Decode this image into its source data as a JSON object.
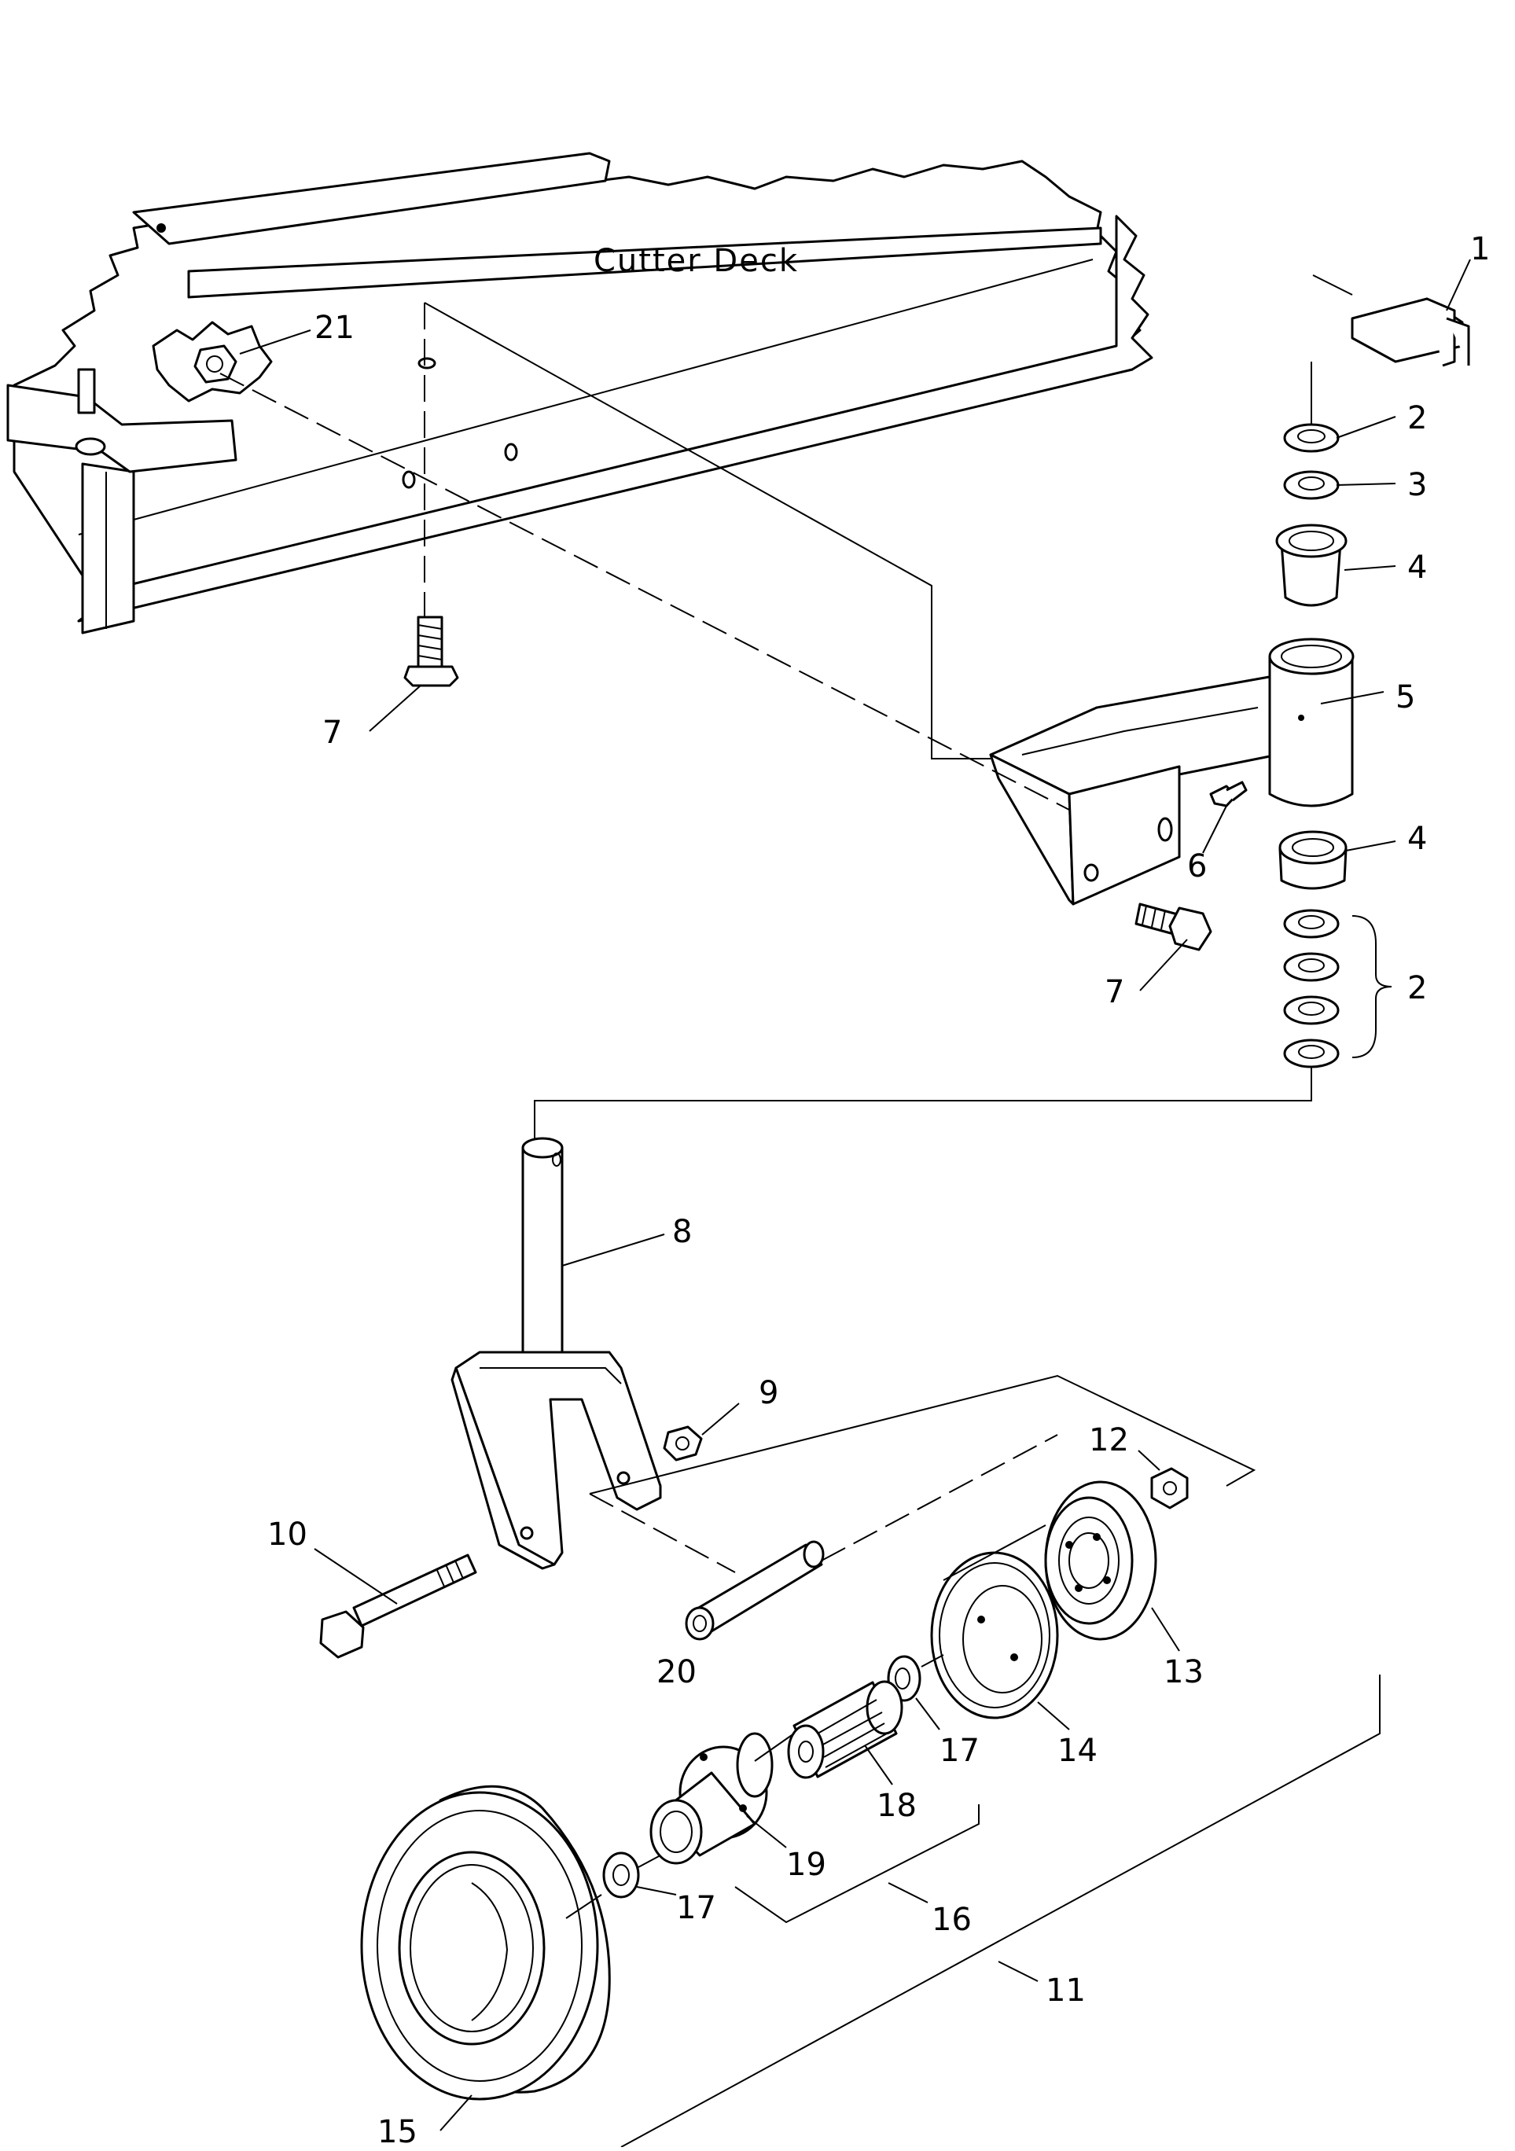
{
  "deck_label": "Cutter Deck",
  "callouts": {
    "c1": "1",
    "c2a": "2",
    "c3": "3",
    "c4a": "4",
    "c5": "5",
    "c6": "6",
    "c4b": "4",
    "c2b": "2",
    "c7a": "7",
    "c7b": "7",
    "c21": "21",
    "c8": "8",
    "c9": "9",
    "c10": "10",
    "c12": "12",
    "c13": "13",
    "c14": "14",
    "c17a": "17",
    "c17b": "17",
    "c18": "18",
    "c19": "19",
    "c20": "20",
    "c16": "16",
    "c11": "11",
    "c15": "15"
  }
}
